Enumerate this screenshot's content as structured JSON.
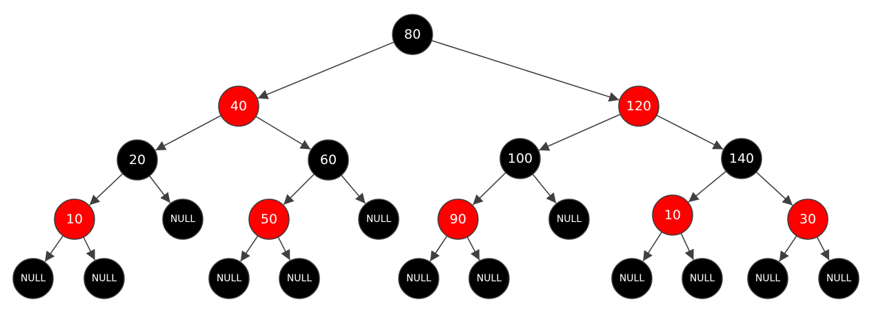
{
  "tree": {
    "colors": {
      "red": "#ff0000",
      "black": "#000000",
      "edge": "#404040",
      "text": "#ffffff"
    },
    "nodes": [
      {
        "id": "n80",
        "label": "80",
        "color": "black"
      },
      {
        "id": "n40",
        "label": "40",
        "color": "red"
      },
      {
        "id": "n120",
        "label": "120",
        "color": "red"
      },
      {
        "id": "n20",
        "label": "20",
        "color": "black"
      },
      {
        "id": "n60",
        "label": "60",
        "color": "black"
      },
      {
        "id": "n100",
        "label": "100",
        "color": "black"
      },
      {
        "id": "n140",
        "label": "140",
        "color": "black"
      },
      {
        "id": "n10a",
        "label": "10",
        "color": "red"
      },
      {
        "id": "nl1",
        "label": "NULL",
        "color": "black"
      },
      {
        "id": "n50",
        "label": "50",
        "color": "red"
      },
      {
        "id": "nl2",
        "label": "NULL",
        "color": "black"
      },
      {
        "id": "n90",
        "label": "90",
        "color": "red"
      },
      {
        "id": "nl3",
        "label": "NULL",
        "color": "black"
      },
      {
        "id": "n10b",
        "label": "10",
        "color": "red"
      },
      {
        "id": "n30",
        "label": "30",
        "color": "red"
      },
      {
        "id": "nl4",
        "label": "NULL",
        "color": "black"
      },
      {
        "id": "nl5",
        "label": "NULL",
        "color": "black"
      },
      {
        "id": "nl6",
        "label": "NULL",
        "color": "black"
      },
      {
        "id": "nl7",
        "label": "NULL",
        "color": "black"
      },
      {
        "id": "nl8",
        "label": "NULL",
        "color": "black"
      },
      {
        "id": "nl9",
        "label": "NULL",
        "color": "black"
      },
      {
        "id": "nl10",
        "label": "NULL",
        "color": "black"
      },
      {
        "id": "nl11",
        "label": "NULL",
        "color": "black"
      },
      {
        "id": "nl12",
        "label": "NULL",
        "color": "black"
      },
      {
        "id": "nl13",
        "label": "NULL",
        "color": "black"
      }
    ],
    "edges": [
      [
        "n80",
        "n40"
      ],
      [
        "n80",
        "n120"
      ],
      [
        "n40",
        "n20"
      ],
      [
        "n40",
        "n60"
      ],
      [
        "n120",
        "n100"
      ],
      [
        "n120",
        "n140"
      ],
      [
        "n20",
        "n10a"
      ],
      [
        "n20",
        "nl1"
      ],
      [
        "n60",
        "n50"
      ],
      [
        "n60",
        "nl2"
      ],
      [
        "n100",
        "n90"
      ],
      [
        "n100",
        "nl3"
      ],
      [
        "n140",
        "n10b"
      ],
      [
        "n140",
        "n30"
      ],
      [
        "n10a",
        "nl4"
      ],
      [
        "n10a",
        "nl5"
      ],
      [
        "n50",
        "nl6"
      ],
      [
        "n50",
        "nl7"
      ],
      [
        "n90",
        "nl8"
      ],
      [
        "n90",
        "nl9"
      ],
      [
        "n10b",
        "nl10"
      ],
      [
        "n10b",
        "nl11"
      ],
      [
        "n30",
        "nl12"
      ],
      [
        "n30",
        "nl13"
      ]
    ]
  }
}
